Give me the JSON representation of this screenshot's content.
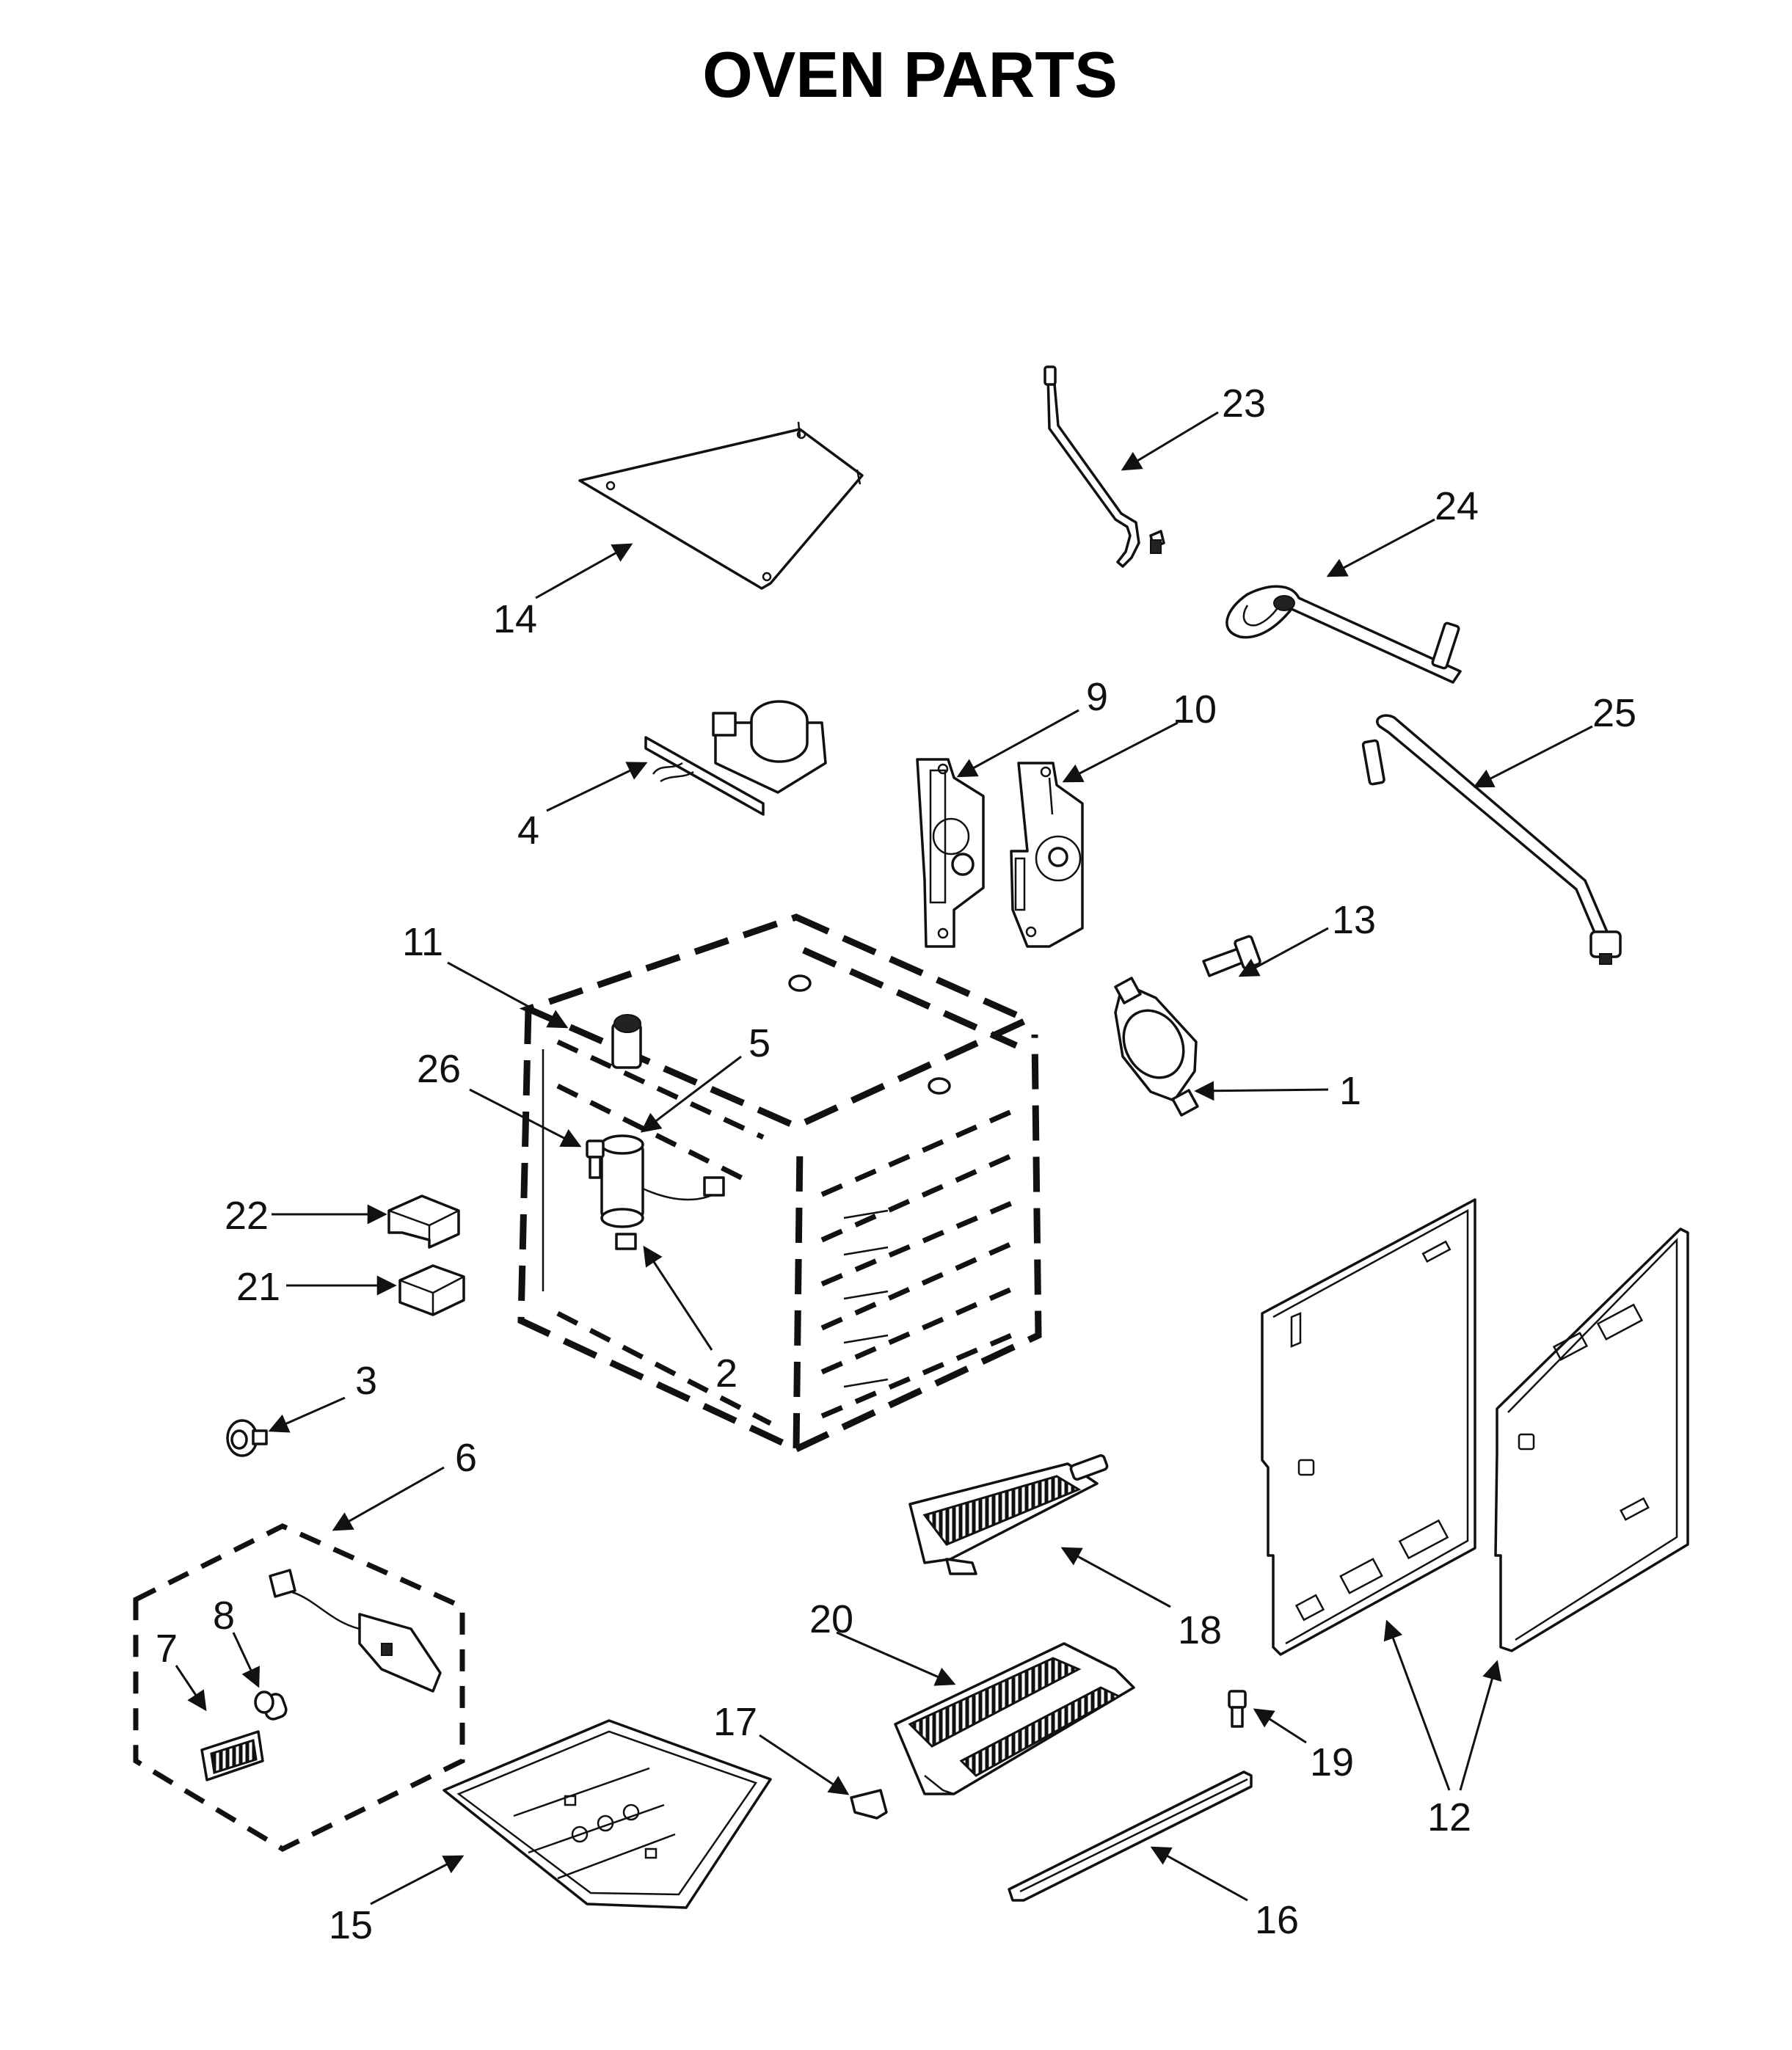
{
  "title": "OVEN PARTS",
  "callouts": [
    {
      "id": "1",
      "label": "1"
    },
    {
      "id": "2",
      "label": "2"
    },
    {
      "id": "3",
      "label": "3"
    },
    {
      "id": "4",
      "label": "4"
    },
    {
      "id": "5",
      "label": "5"
    },
    {
      "id": "6",
      "label": "6"
    },
    {
      "id": "7",
      "label": "7"
    },
    {
      "id": "8",
      "label": "8"
    },
    {
      "id": "9",
      "label": "9"
    },
    {
      "id": "10",
      "label": "10"
    },
    {
      "id": "11",
      "label": "11"
    },
    {
      "id": "12",
      "label": "12"
    },
    {
      "id": "13",
      "label": "13"
    },
    {
      "id": "14",
      "label": "14"
    },
    {
      "id": "15",
      "label": "15"
    },
    {
      "id": "16",
      "label": "16"
    },
    {
      "id": "17",
      "label": "17"
    },
    {
      "id": "18",
      "label": "18"
    },
    {
      "id": "19",
      "label": "19"
    },
    {
      "id": "20",
      "label": "20"
    },
    {
      "id": "21",
      "label": "21"
    },
    {
      "id": "22",
      "label": "22"
    },
    {
      "id": "23",
      "label": "23"
    },
    {
      "id": "24",
      "label": "24"
    },
    {
      "id": "25",
      "label": "25"
    },
    {
      "id": "26",
      "label": "26"
    }
  ]
}
